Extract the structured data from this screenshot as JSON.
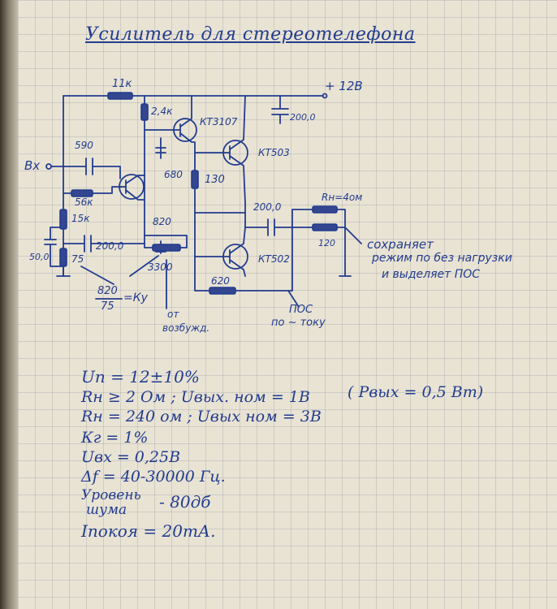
{
  "title": "Усилитель для стереотелефона",
  "schematic": {
    "supply_label": "+ 12В",
    "input_label": "Вх",
    "components": {
      "r_11k": "11к",
      "r_2_4k": "2,4к",
      "q_kt3107": "КТ3107",
      "c_200_top": "200,0",
      "q_kt503": "КТ503",
      "c_590": "590",
      "c_680": "680",
      "r_130": "130",
      "r_56k": "56к",
      "r_15k": "15к",
      "c_50": "50,0",
      "r_75": "75",
      "c_200_in": "200,0",
      "r_820": "820",
      "c_3300": "3300",
      "q_kt502": "КТ502",
      "r_620": "620",
      "c_200_out": "200,0",
      "r_load": "Rн=4ом",
      "r_120": "120"
    },
    "gain_formula": {
      "numerator": "820",
      "denominator": "75",
      "result": "=Ку"
    },
    "notes": {
      "anti_oscillation_1": "от",
      "anti_oscillation_2": "возбужд.",
      "feedback_1": "ПОС",
      "feedback_2": "по ~ току",
      "r120_note_1": "сохраняет",
      "r120_note_2": "режим по без нагрузки",
      "r120_note_3": "и выделяет ПОС"
    }
  },
  "specs": [
    "Uп = 12±10%",
    "Rн ≥ 2 Ом ;  Uвых. ном = 1В",
    "Rн = 240 ом ; Uвых ном = 3В",
    "Кг = 1%",
    "Uвх = 0,25В",
    "Δf = 40-30000 Гц.",
    "Уровень",
    "шума",
    "- 80дб",
    "Iпокоя = 20mА."
  ],
  "power_note": "( Рвых = 0,5 Вт)"
}
